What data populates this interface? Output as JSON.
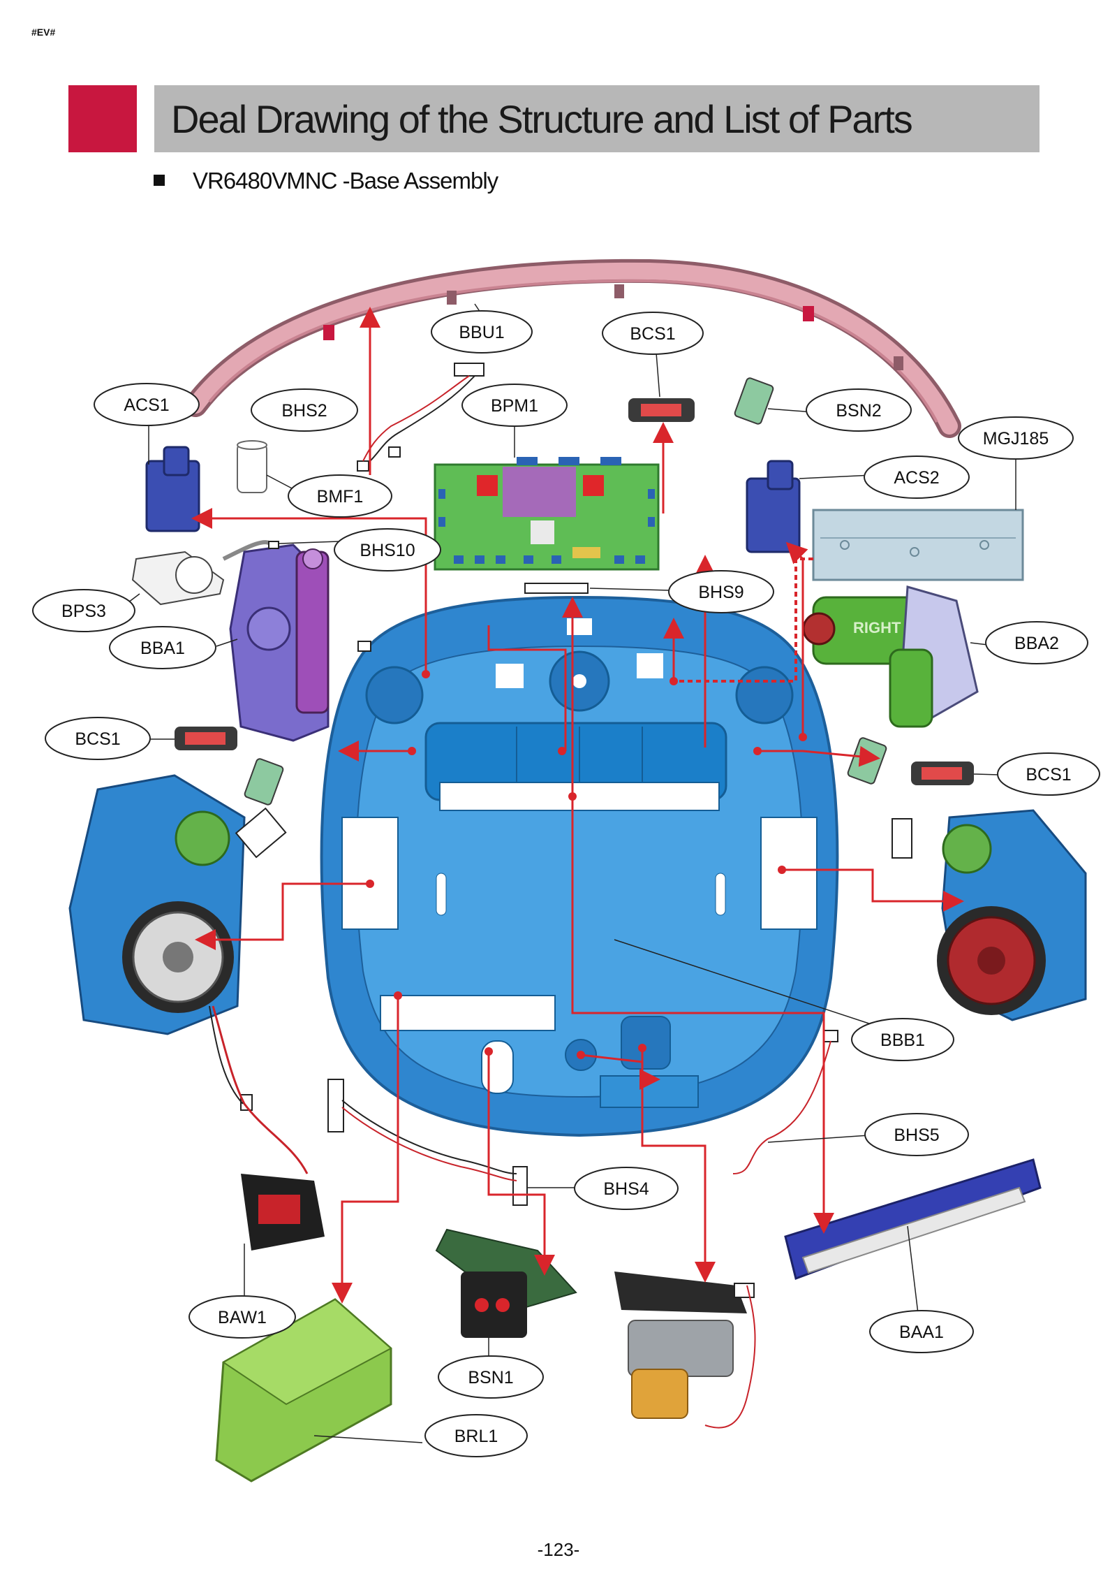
{
  "header": {
    "tag": "#EV#",
    "title": "Deal Drawing of the Structure and List of Parts",
    "subtitle": "VR6480VMNC -Base Assembly"
  },
  "footer": {
    "page_number": "-123-"
  },
  "parts": {
    "BBU1": "BBU1",
    "BCS1_top": "BCS1",
    "ACS1": "ACS1",
    "BHS2": "BHS2",
    "BPM1": "BPM1",
    "BSN2": "BSN2",
    "MGJ185": "MGJ185",
    "ACS2": "ACS2",
    "BMF1": "BMF1",
    "BHS10": "BHS10",
    "BHS9": "BHS9",
    "BPS3": "BPS3",
    "BBA1": "BBA1",
    "BBA2": "BBA2",
    "BCS1_left": "BCS1",
    "BCS1_right": "BCS1",
    "BBB1": "BBB1",
    "BHS5": "BHS5",
    "BHS4": "BHS4",
    "BAW1": "BAW1",
    "BAA1": "BAA1",
    "BSN1": "BSN1",
    "BRL1": "BRL1"
  },
  "component_labels": {
    "right_brush": "RIGHT"
  },
  "colors": {
    "accent_red": "#c8173f",
    "title_bar": "#b7b7b7",
    "base_blue": "#2f86cf",
    "arrow_red": "#d9252b"
  }
}
